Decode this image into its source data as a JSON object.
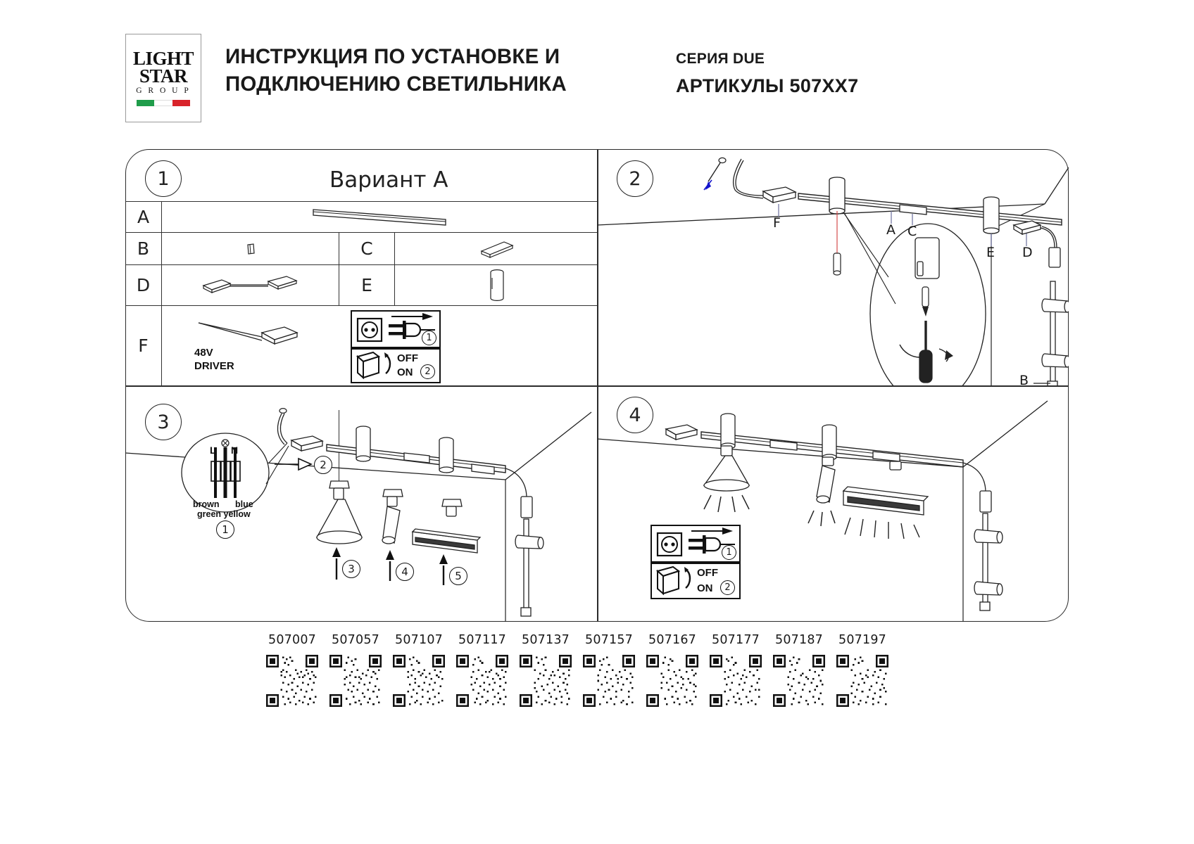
{
  "header": {
    "logo": {
      "line1": "LIGHT",
      "line2": "STAR",
      "line3": "G R O U P",
      "flag_colors": [
        "#1f9c4a",
        "#ffffff",
        "#d8232a"
      ]
    },
    "title": "ИНСТРУКЦИЯ ПО УСТАНОВКЕ И ПОДКЛЮЧЕНИЮ СВЕТИЛЬНИКА",
    "series_label": "СЕРИЯ DUE",
    "article_label": "АРТИКУЛЫ 507XX7"
  },
  "panels": {
    "p1": {
      "number": "1",
      "title": "Вариант А",
      "rows": {
        "a": "A",
        "b": "B",
        "c": "C",
        "d": "D",
        "e": "E",
        "f": "F"
      },
      "driver_line1": "48V",
      "driver_line2": "DRIVER",
      "plug_step": "1",
      "switch_off": "OFF",
      "switch_on": "ON",
      "switch_step": "2"
    },
    "p2": {
      "number": "2",
      "labels": {
        "f": "F",
        "a": "A",
        "c": "C",
        "e": "E",
        "d": "D",
        "b": "B"
      }
    },
    "p3": {
      "number": "3",
      "terminal": {
        "l": "L",
        "n": "N",
        "brown": "brown",
        "blue": "blue",
        "green_yellow": "green yellow",
        "step": "1"
      },
      "steps": {
        "track": "2",
        "cone": "3",
        "spot": "4",
        "linear": "5"
      }
    },
    "p4": {
      "number": "4",
      "plug_step": "1",
      "switch_off": "OFF",
      "switch_on": "ON",
      "switch_step": "2"
    }
  },
  "articles": [
    "507007",
    "507057",
    "507107",
    "507117",
    "507137",
    "507157",
    "507167",
    "507177",
    "507187",
    "507197"
  ],
  "colors": {
    "line": "#2b2b2b",
    "text": "#1a1a1a",
    "leader": "#6b6f9c",
    "accent_red": "#d8232a",
    "accent_green": "#1f9c4a",
    "accent_blue": "#1414cc"
  }
}
